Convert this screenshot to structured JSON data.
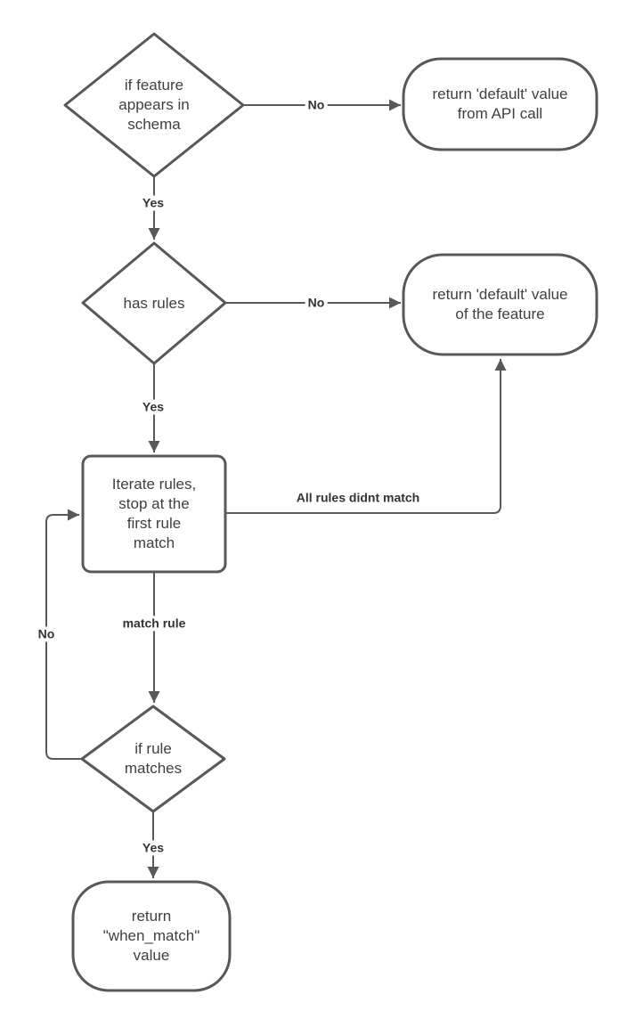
{
  "diagram": {
    "colors": {
      "background": "#ffffff",
      "stroke": "#585858",
      "node_text": "#3f3f3f",
      "label_text": "#333333"
    },
    "nodes": {
      "feature_in_schema": {
        "type": "decision",
        "label": "if feature\nappears in\nschema"
      },
      "return_default_api": {
        "type": "terminator",
        "label": "return 'default' value\nfrom API call"
      },
      "has_rules": {
        "type": "decision",
        "label": "has rules"
      },
      "return_default_feature": {
        "type": "terminator",
        "label": "return 'default' value\nof the feature"
      },
      "iterate_rules": {
        "type": "process",
        "label": "Iterate rules,\nstop at the\nfirst rule\nmatch"
      },
      "rule_matches": {
        "type": "decision",
        "label": "if rule\nmatches"
      },
      "return_when_match": {
        "type": "terminator",
        "label": "return\n\"when_match\"\nvalue"
      }
    },
    "edge_labels": {
      "feature_no": "No",
      "feature_yes": "Yes",
      "rules_no": "No",
      "rules_yes": "Yes",
      "all_rules_didnt_match": "All rules didnt match",
      "match_rule": "match rule",
      "rule_no": "No",
      "rule_yes": "Yes"
    }
  }
}
